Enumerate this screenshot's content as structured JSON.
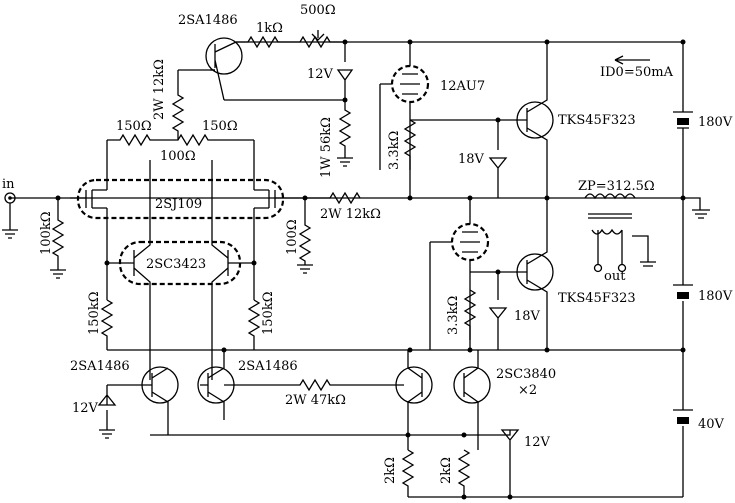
{
  "labels": {
    "in": "in",
    "out": "out",
    "q_2sa1486_top": "2SA1486",
    "r_1k": "1kΩ",
    "vr_500": "500Ω",
    "z_12v_top": "12V",
    "r_2w_12k_left": "2W 12kΩ",
    "r_150_left": "150Ω",
    "r_150_right": "150Ω",
    "vr_100": "100Ω",
    "r_1w_56k": "1W 56kΩ",
    "tube_12au7": "12AU7",
    "r_3_3k_upper": "3.3kΩ",
    "r_3_3k_lower": "3.3kΩ",
    "z_18v_upper": "18V",
    "z_18v_lower": "18V",
    "q_tks_upper": "TKS45F323",
    "q_tks_lower": "TKS45F323",
    "id0": "ID0=50mA",
    "zp": "ZP=312.5Ω",
    "v_180_top": "180V",
    "v_180_bottom": "180V",
    "v_40": "40V",
    "q_2sj109": "2SJ109",
    "r_2w_12k_mid": "2W 12kΩ",
    "r_100k": "100kΩ",
    "r_100": "100Ω",
    "q_2sc3423": "2SC3423",
    "r_150k_left": "150kΩ",
    "r_150k_right": "150kΩ",
    "q_2sa1486_left": "2SA1486",
    "q_2sa1486_right": "2SA1486",
    "z_12v_left": "12V",
    "r_2w_47k": "2W 47kΩ",
    "q_2sc3840": "2SC3840",
    "x2": "×2",
    "z_12v_bottom": "12V",
    "r_2k_left": "2kΩ",
    "r_2k_right": "2kΩ"
  }
}
